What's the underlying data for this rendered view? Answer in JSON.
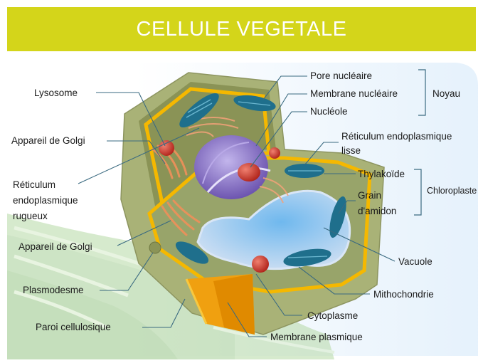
{
  "title": "CELLULE VEGETALE",
  "labels": {
    "pore_nucleaire": "Pore nucléaire",
    "membrane_nucleaire": "Membrane nucléaire",
    "noyau": "Noyau",
    "nucleole": "Nucléole",
    "lysosome": "Lysosome",
    "appareil_golgi_1": "Appareil de Golgi",
    "reticulum_lisse_1": "Réticulum endoplasmique",
    "reticulum_lisse_2": "lisse",
    "reticulum_rugueux_1": "Réticulum",
    "reticulum_rugueux_2": "endoplasmique",
    "reticulum_rugueux_3": "rugueux",
    "thylakoide": "Thylakoïde",
    "chloroplaste": "Chloroplaste",
    "grain_1": "Grain",
    "grain_2": "d'amidon",
    "appareil_golgi_2": "Appareil de Golgi",
    "vacuole": "Vacuole",
    "plasmodesme": "Plasmodesme",
    "mithochondrie": "Mithochondrie",
    "cytoplasme": "Cytoplasme",
    "paroi": "Paroi cellulosique",
    "membrane_plasmique": "Membrane plasmique"
  },
  "colors": {
    "banner": "#d4d51a",
    "wall": "#a9b277",
    "membrane": "#f5b800",
    "cytoplasm": "#8e9a60",
    "nucleus": "#8a6fc0",
    "nucleolus": "#b01e3a",
    "vacuole": "#b8d4f0",
    "chloroplast": "#1f6f8c",
    "golgi": "#f0905a",
    "leader_line": "#3a6a80"
  }
}
